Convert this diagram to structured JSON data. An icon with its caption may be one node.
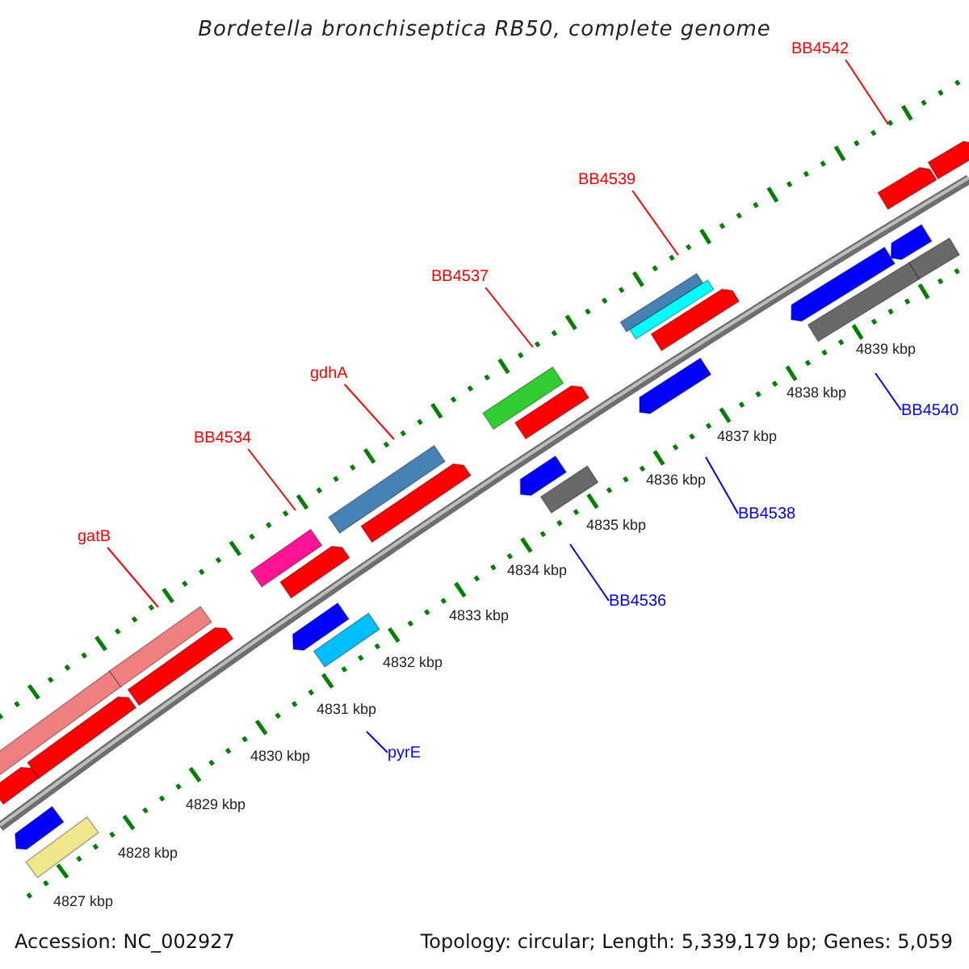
{
  "diagram": {
    "title": "Bordetella bronchiseptica RB50, complete genome",
    "nodes": [
      {
        "text": [
          "BB4542"
        ]
      },
      {
        "text": [
          "BB4539"
        ]
      },
      {
        "text": [
          "BB4537"
        ]
      },
      {
        "text": [
          "gdhA"
        ]
      },
      {
        "text": [
          "BB4540"
        ]
      },
      {
        "text": [
          "BB4534"
        ]
      },
      {
        "text": [
          "BB4538"
        ]
      },
      {
        "text": [
          "gatB"
        ]
      },
      {
        "text": [
          "BB4536"
        ]
      },
      {
        "text": [
          "pyrE"
        ]
      }
    ],
    "edges": [
      {
        "from": 0,
        "to": null,
        "arrow": "none"
      },
      {
        "from": 1,
        "to": null,
        "arrow": "none"
      },
      {
        "from": 2,
        "to": null,
        "arrow": "none"
      },
      {
        "from": 3,
        "to": null,
        "arrow": "none"
      },
      {
        "from": 4,
        "to": null,
        "arrow": "none",
        "color": "#0000ff"
      },
      {
        "from": 5,
        "to": null,
        "arrow": "none"
      },
      {
        "from": 6,
        "to": null,
        "arrow": "none",
        "color": "#0000ff"
      },
      {
        "from": 7,
        "to": null,
        "arrow": "none"
      },
      {
        "from": 8,
        "to": null,
        "arrow": "none",
        "color": "#0000ff"
      },
      {
        "from": 9,
        "to": null,
        "arrow": "none",
        "color": "#0000ff"
      }
    ],
    "labels": [
      "4839 kbp",
      "4838 kbp",
      "4837 kbp",
      "4836 kbp",
      "4835 kbp",
      "4834 kbp",
      "4833 kbp",
      "4832 kbp",
      "4831 kbp",
      "4830 kbp",
      "4829 kbp",
      "4828 kbp",
      "4827 kbp",
      "Accession: NC_002927",
      "Topology: circular; Length: 5,339,179 bp; Genes: 5,059"
    ]
  }
}
